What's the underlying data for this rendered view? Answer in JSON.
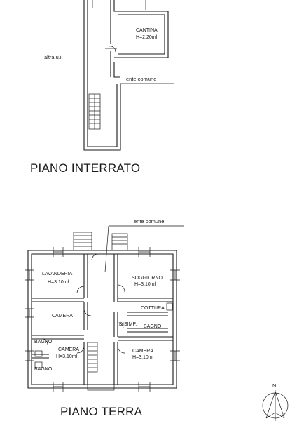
{
  "basement": {
    "heading": "PIANO INTERRATO",
    "cellar_name": "CANTINA",
    "cellar_height": "H=2.20ml",
    "other_unit": "altra u.i.",
    "common_label": "ente comune"
  },
  "ground": {
    "heading": "PIANO TERRA",
    "common_label": "ente comune",
    "laundry_name": "LAVANDERIA",
    "laundry_height": "H=3.10ml",
    "living_name": "SOGGIORNO",
    "living_height": "H=3.10ml",
    "bedroom_left_upper": "CAMERA",
    "kitchen_name": "COTTURA",
    "hall_name": "DISIMP.",
    "bath_right": "BAGNO",
    "bath_left_upper": "BAGNO",
    "bath_left_lower": "BAGNO",
    "bedroom_left_lower_name": "CAMERA",
    "bedroom_left_lower_height": "H=3.10ml",
    "bedroom_right_lower_name": "CAMERA",
    "bedroom_right_lower_height": "H=3.10ml"
  },
  "north": {
    "label": "N"
  }
}
